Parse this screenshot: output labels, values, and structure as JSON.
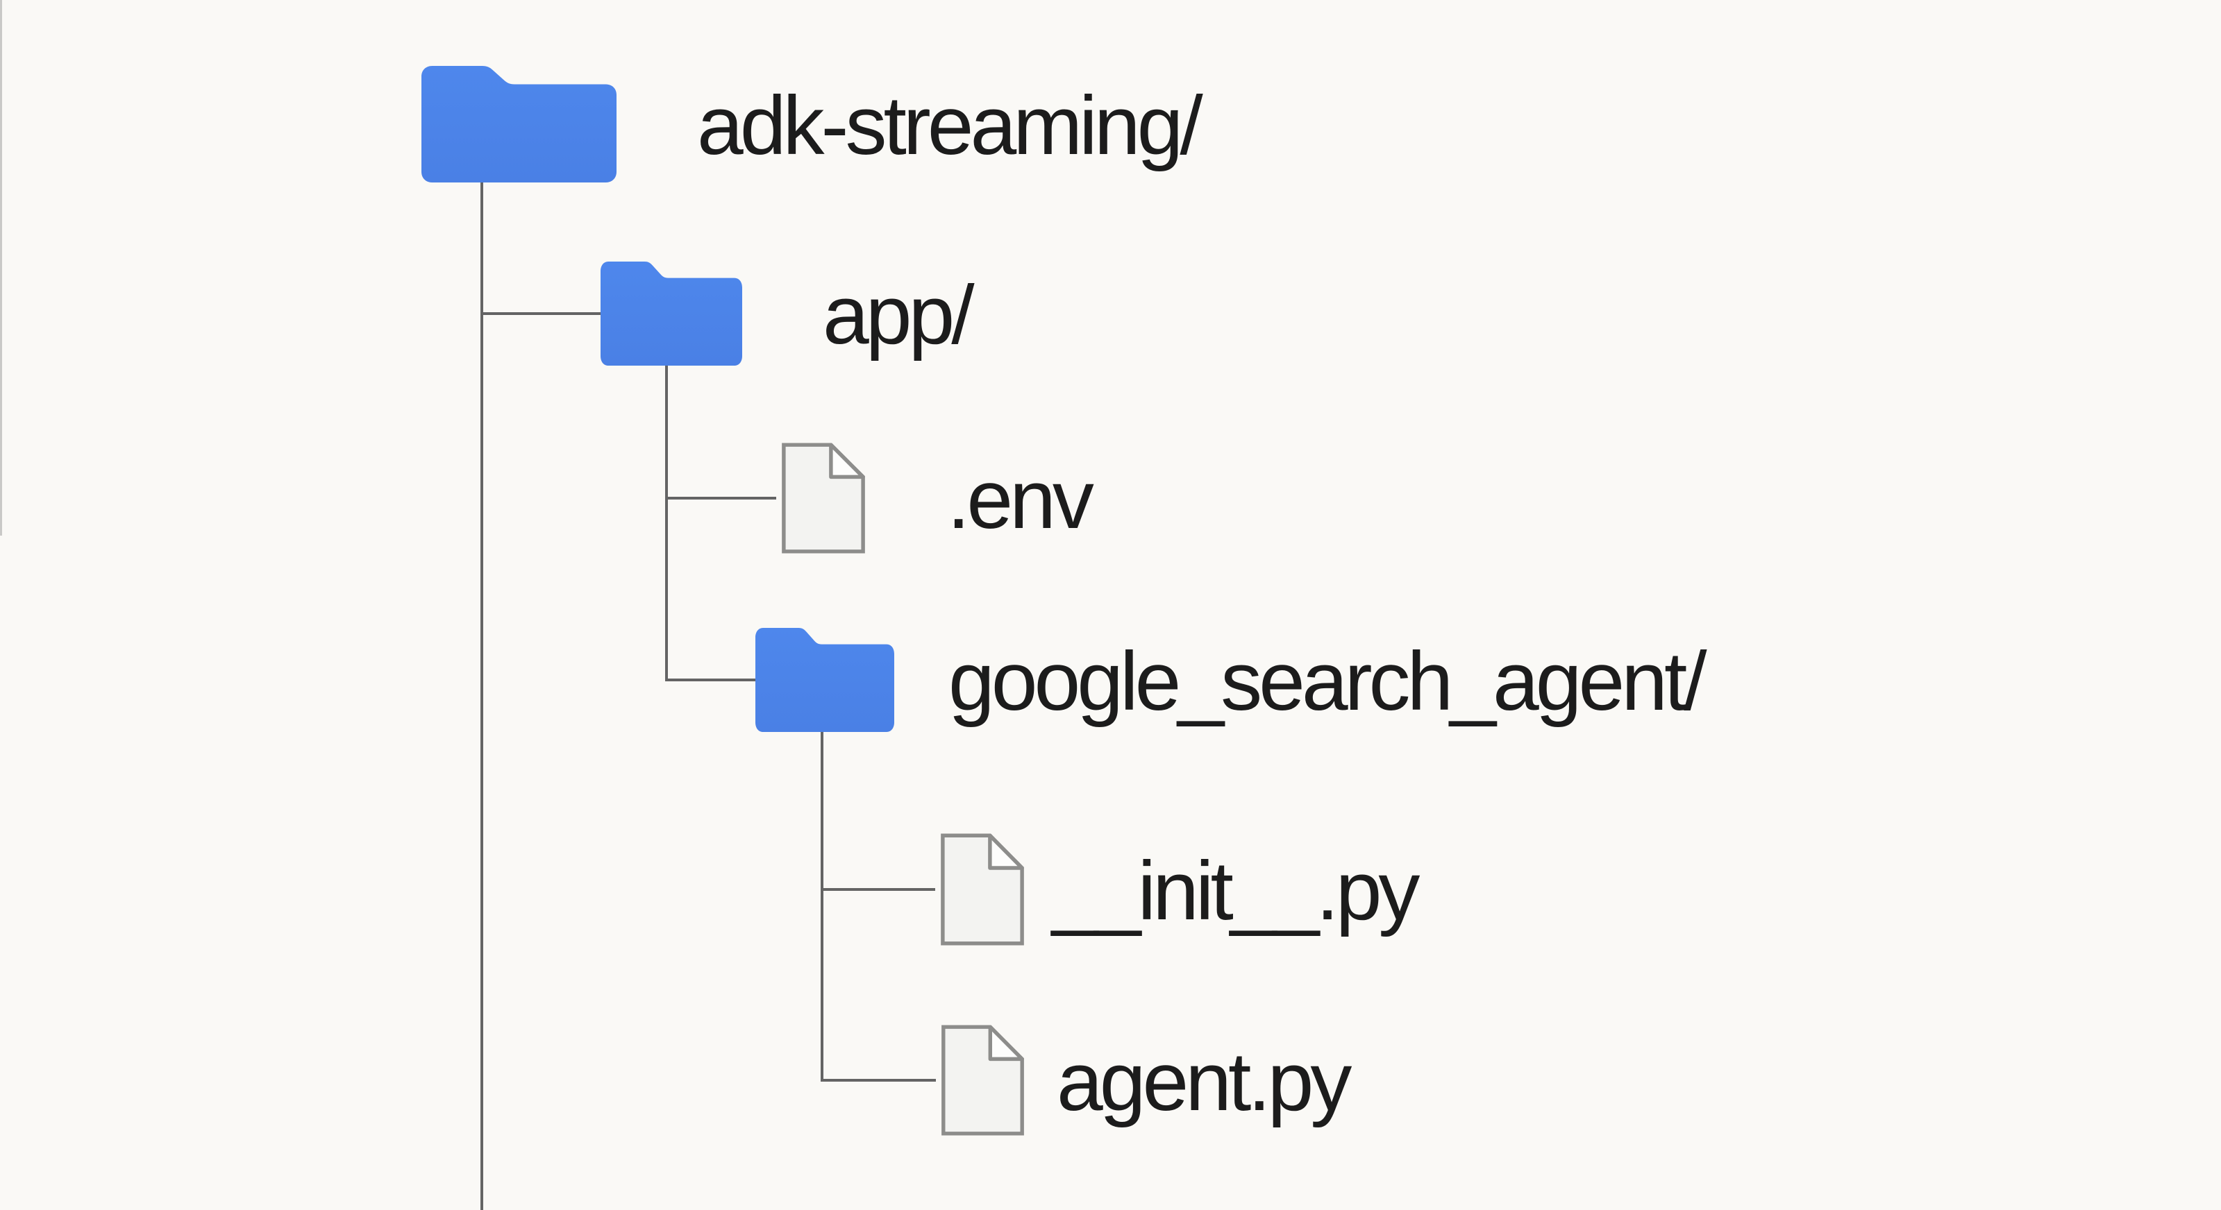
{
  "background": "#FAF9F6",
  "colors": {
    "folder_blue": "#4A82E8",
    "folder_blue_top": "#4E87EC",
    "connector_gray": "#646464",
    "file_outline_gray": "#8D8D8B",
    "file_fill": "#F3F3F1",
    "file_fold": "#FDFDFC",
    "label_text": "#1C1C1C",
    "edge_artifact": "#C9C9C7"
  },
  "tree": {
    "nodes": [
      {
        "label": "adk-streaming/",
        "type": "folder",
        "icon": "folder-icon",
        "depth": 0
      },
      {
        "label": "app/",
        "type": "folder",
        "icon": "folder-icon",
        "depth": 1
      },
      {
        "label": ".env",
        "type": "file",
        "icon": "file-icon",
        "depth": 2
      },
      {
        "label": "google_search_agent/",
        "type": "folder",
        "icon": "folder-icon",
        "depth": 2
      },
      {
        "label": "__init__.py",
        "type": "file",
        "icon": "file-icon",
        "depth": 3
      },
      {
        "label": "agent.py",
        "type": "file",
        "icon": "file-icon",
        "depth": 3
      }
    ]
  }
}
